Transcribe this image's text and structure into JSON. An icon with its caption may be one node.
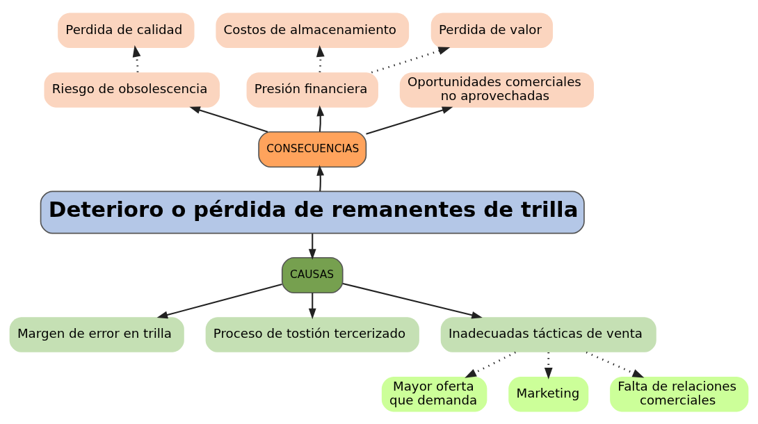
{
  "diagram": {
    "nodes": [
      {
        "text": [
          "Deterioro o pérdida de remanentes de trilla"
        ]
      },
      {
        "text": [
          "CONSECUENCIAS"
        ]
      },
      {
        "text": [
          "Riesgo de obsolescencia"
        ]
      },
      {
        "text": [
          "Presión financiera"
        ]
      },
      {
        "text": [
          "Oportunidades comerciales no aprovechadas"
        ]
      },
      {
        "text": [
          "Perdida de calidad"
        ]
      },
      {
        "text": [
          "Costos de almacenamiento"
        ]
      },
      {
        "text": [
          "Perdida de valor"
        ]
      },
      {
        "text": [
          "CAUSAS"
        ]
      },
      {
        "text": [
          "Margen de error en trilla"
        ]
      },
      {
        "text": [
          "Proceso de tostión tercerizado"
        ]
      },
      {
        "text": [
          "Inadecuadas tácticas de venta"
        ]
      },
      {
        "text": [
          "Mayor oferta que demanda"
        ]
      },
      {
        "text": [
          "Marketing"
        ]
      },
      {
        "text": [
          "Falta de relaciones comerciales"
        ]
      }
    ],
    "edges": [
      {
        "from": 0,
        "to": 1,
        "arrow": "to"
      },
      {
        "from": 1,
        "to": 2,
        "arrow": "to"
      },
      {
        "from": 1,
        "to": 3,
        "arrow": "to"
      },
      {
        "from": 1,
        "to": 4,
        "arrow": "to"
      },
      {
        "from": 2,
        "to": 5,
        "arrow": "to",
        "style": "dashed"
      },
      {
        "from": 3,
        "to": 6,
        "arrow": "to",
        "style": "dashed"
      },
      {
        "from": 3,
        "to": 7,
        "arrow": "to",
        "style": "dashed"
      },
      {
        "from": 0,
        "to": 8,
        "arrow": "to"
      },
      {
        "from": 8,
        "to": 9,
        "arrow": "to"
      },
      {
        "from": 8,
        "to": 10,
        "arrow": "to"
      },
      {
        "from": 8,
        "to": 11,
        "arrow": "to"
      },
      {
        "from": 11,
        "to": 12,
        "arrow": "to",
        "style": "dashed"
      },
      {
        "from": 11,
        "to": 13,
        "arrow": "to",
        "style": "dashed"
      },
      {
        "from": 11,
        "to": 14,
        "arrow": "to",
        "style": "dashed"
      }
    ]
  }
}
